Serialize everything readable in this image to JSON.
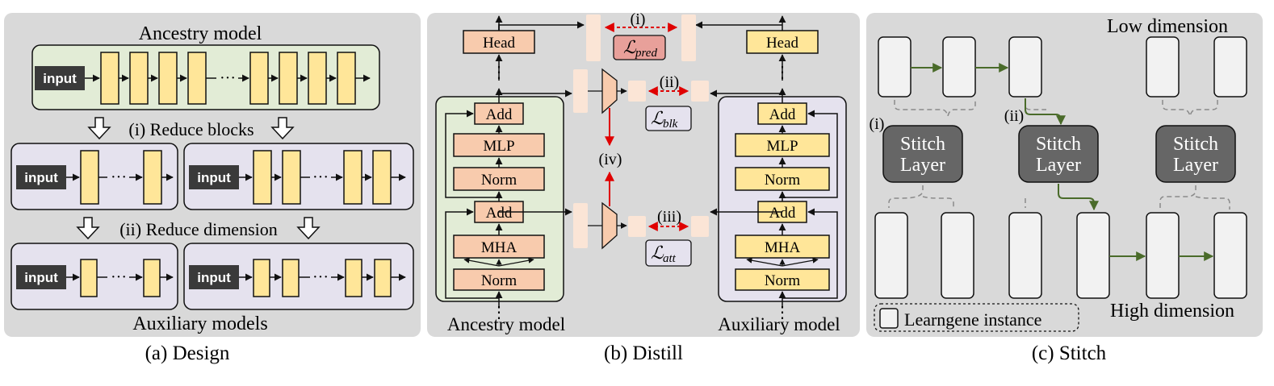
{
  "panels": {
    "a": {
      "caption": "(a) Design",
      "ancestry_title": "Ancestry model",
      "step_i": "(i) Reduce blocks",
      "step_ii": "(ii) Reduce dimension",
      "auxiliary_title": "Auxiliary models",
      "input_label": "input",
      "ellipsis": "···"
    },
    "b": {
      "caption": "(b) Distill",
      "ancestry_label": "Ancestry model",
      "auxiliary_label": "Auxiliary model",
      "head": "Head",
      "add": "Add",
      "mlp": "MLP",
      "norm": "Norm",
      "mha": "MHA",
      "dots": "⋮",
      "marker_i": "(i)",
      "marker_ii": "(ii)",
      "marker_iii": "(iii)",
      "marker_iv": "(iv)",
      "loss_pred": "pred",
      "loss_blk": "blk",
      "loss_att": "att",
      "loss_symbol": "ℒ"
    },
    "c": {
      "caption": "(c) Stitch",
      "low_dim": "Low  dimension",
      "high_dim": "High dimension",
      "stitch_line1": "Stitch",
      "stitch_line2": "Layer",
      "marker_i": "(i)",
      "marker_ii": "(ii)",
      "legend": "Learngene instance"
    }
  },
  "colors": {
    "panel_bg": "#d9d9d9",
    "green_box": "#e2ecd6",
    "purple_box": "#e5e2ee",
    "yellow_block": "#ffe699",
    "pink_block": "#f8cbad",
    "light_pink": "#fbe5d6",
    "stitch_gray": "#666666",
    "input_dark": "#3a3a3a",
    "arrow_green": "#4a6b2a",
    "red": "#e00000"
  }
}
